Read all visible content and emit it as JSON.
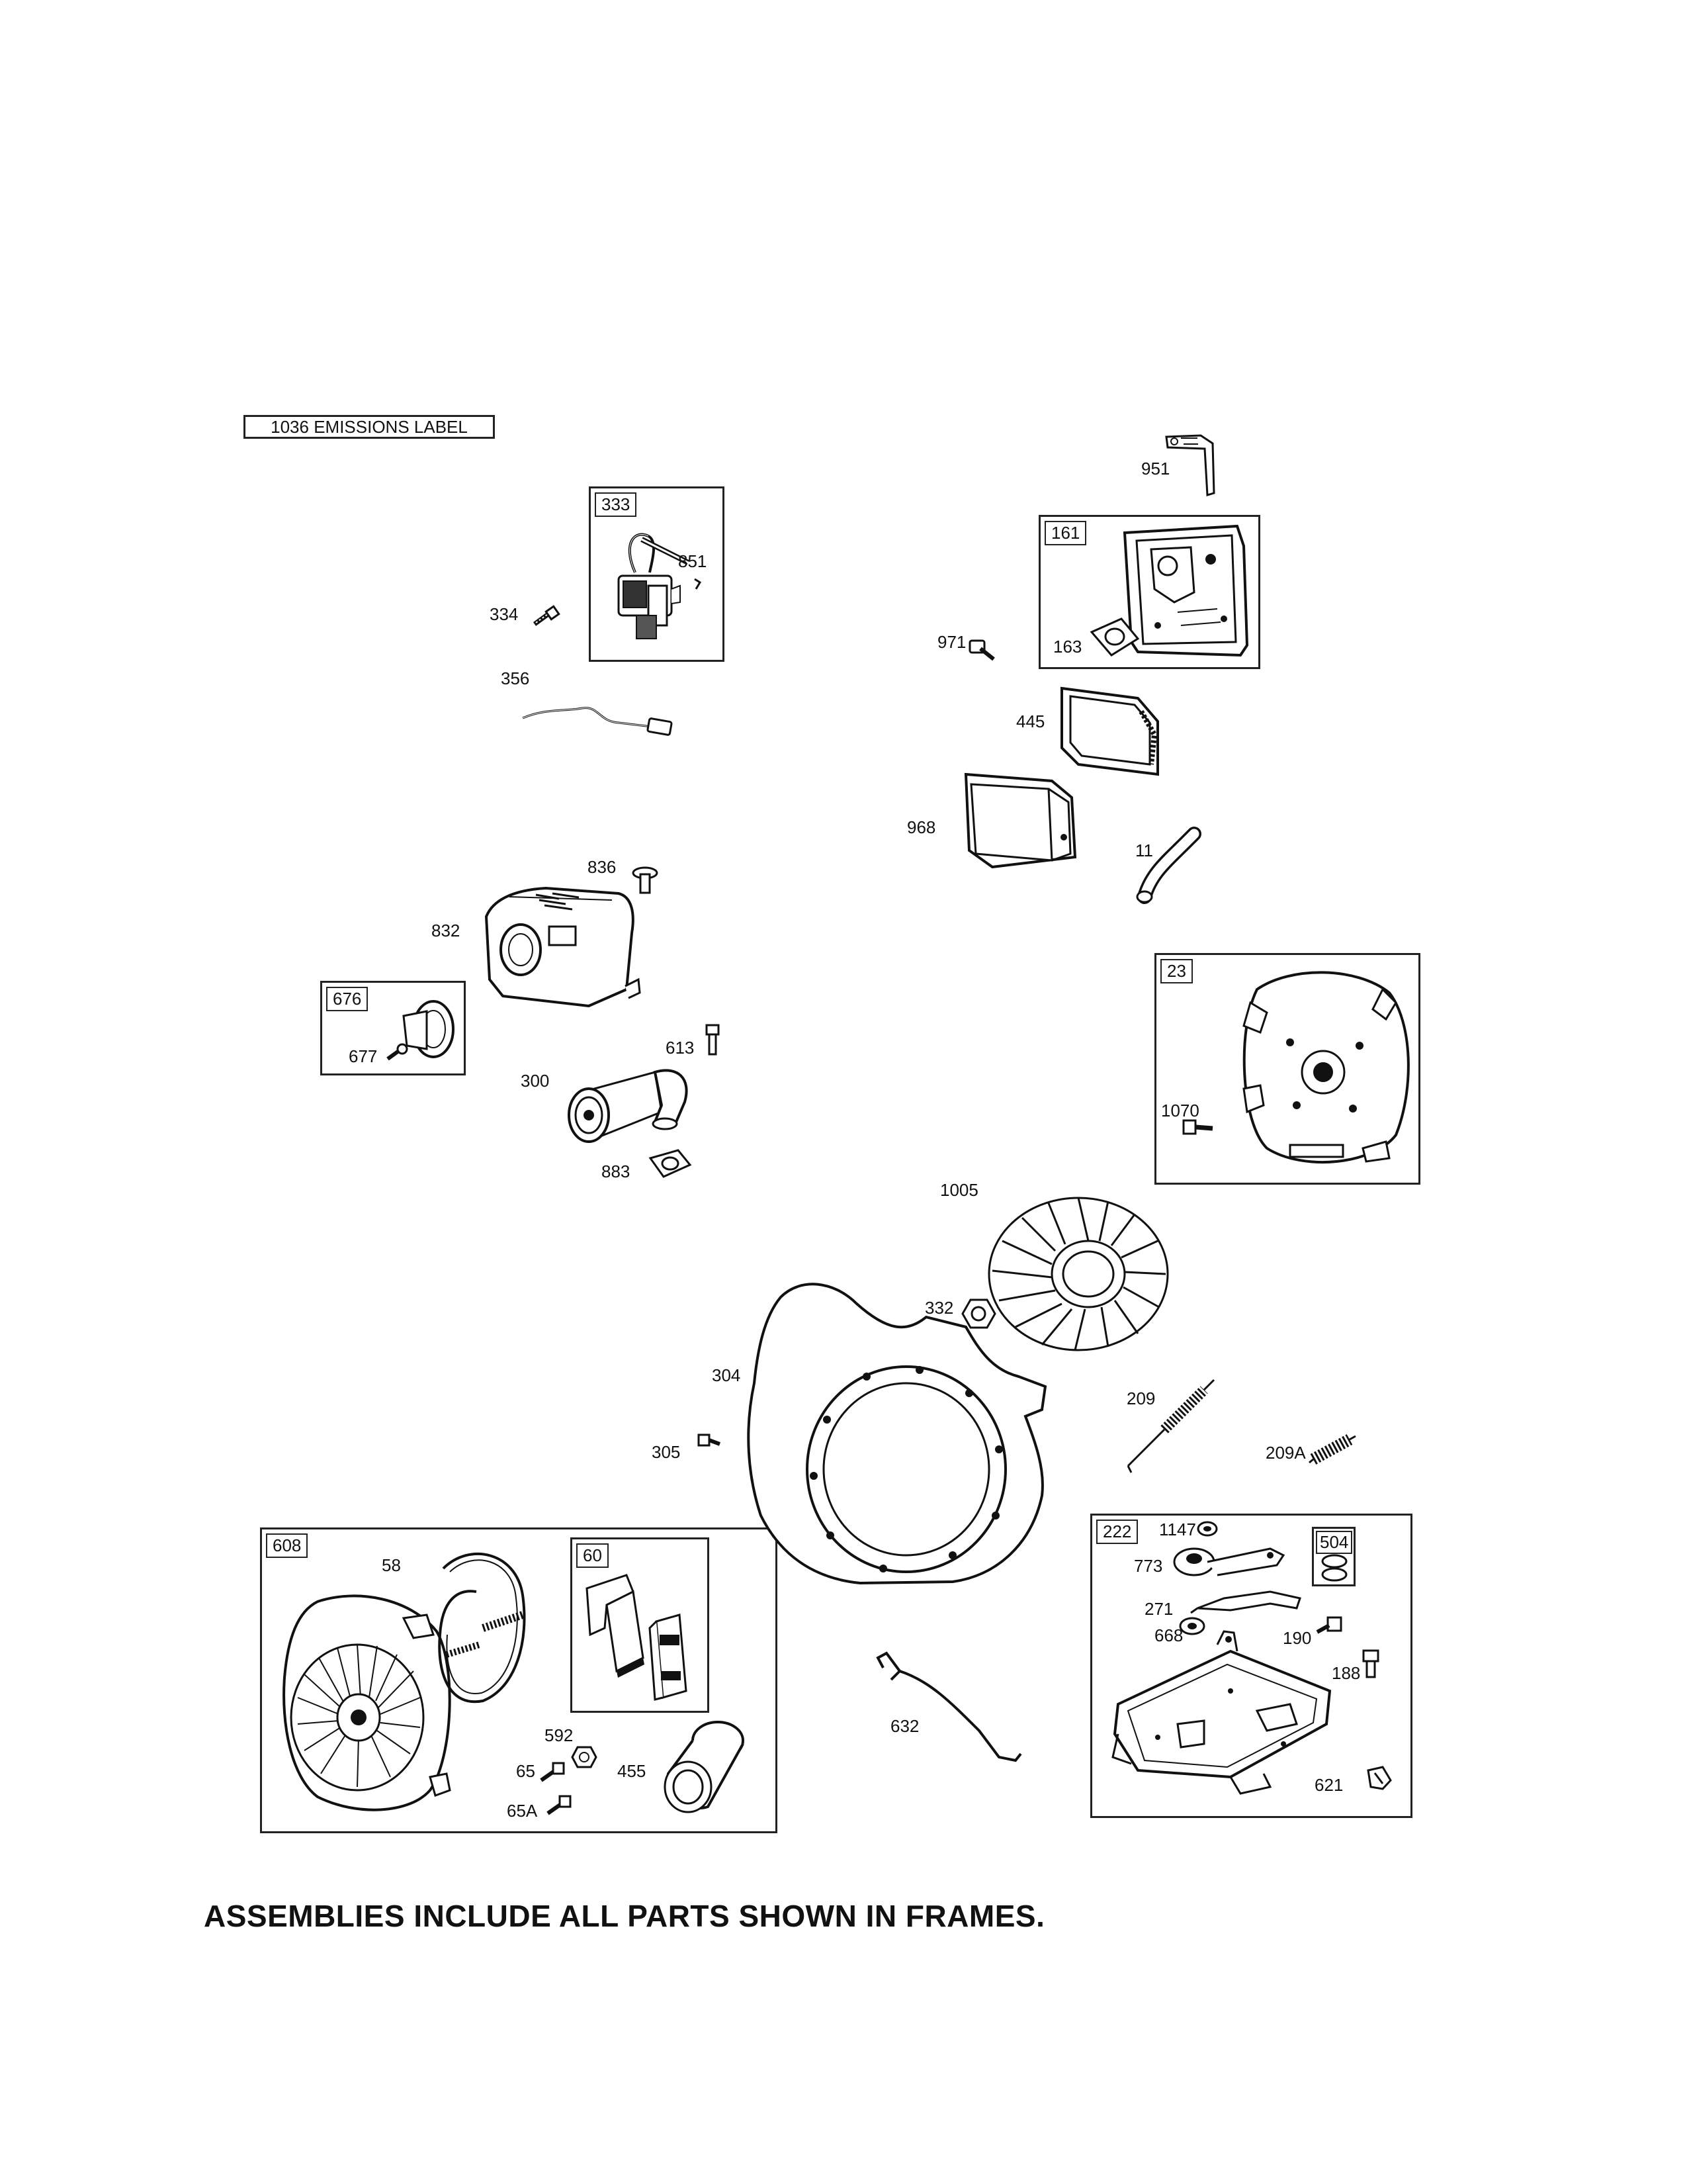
{
  "emissions_label": "1036 EMISSIONS LABEL",
  "footer_note": "ASSEMBLIES INCLUDE ALL PARTS SHOWN IN FRAMES.",
  "frames": {
    "f333": "333",
    "f161": "161",
    "f676": "676",
    "f23": "23",
    "f608": "608",
    "f60": "60",
    "f222": "222",
    "f504": "504"
  },
  "callouts": {
    "p951": "951",
    "p851": "851",
    "p334": "334",
    "p356": "356",
    "p971": "971",
    "p163": "163",
    "p445": "445",
    "p968": "968",
    "p11": "11",
    "p836": "836",
    "p832": "832",
    "p677": "677",
    "p613": "613",
    "p300": "300",
    "p883": "883",
    "p1070": "1070",
    "p1005": "1005",
    "p332": "332",
    "p304": "304",
    "p209": "209",
    "p209A": "209A",
    "p305": "305",
    "p58": "58",
    "p592": "592",
    "p65": "65",
    "p455": "455",
    "p65A": "65A",
    "p632": "632",
    "p1147": "1147",
    "p773": "773",
    "p271": "271",
    "p668": "668",
    "p190": "190",
    "p188": "188",
    "p621": "621"
  }
}
